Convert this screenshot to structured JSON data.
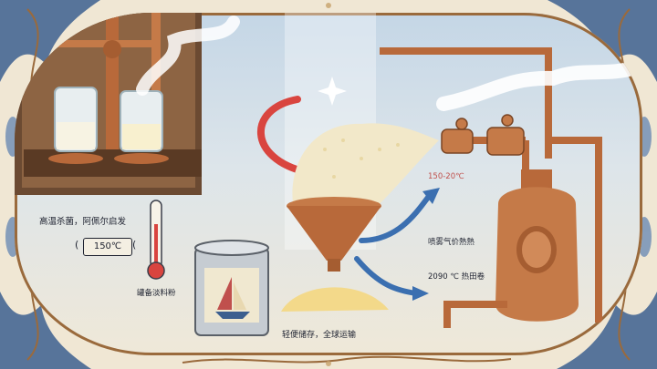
{
  "labels": {
    "sterilize": "高温杀菌，阿佩尔启发",
    "gauge_reading": "150℃",
    "temp_range": "150-20℃",
    "spray_dry": "喷雾气价熱熱",
    "storage": "2090 ℃  热田卷",
    "can_label": "罐备淡料粉",
    "transport": "轻便储存，全球运输"
  },
  "colors": {
    "copper": "#b8693a",
    "sky_blue": "#c4d6e6",
    "frame_blue": "#3c5f8f",
    "arrow_red": "#d9453f",
    "arrow_blue": "#3b6fb0",
    "cream": "#f2e8c9"
  }
}
